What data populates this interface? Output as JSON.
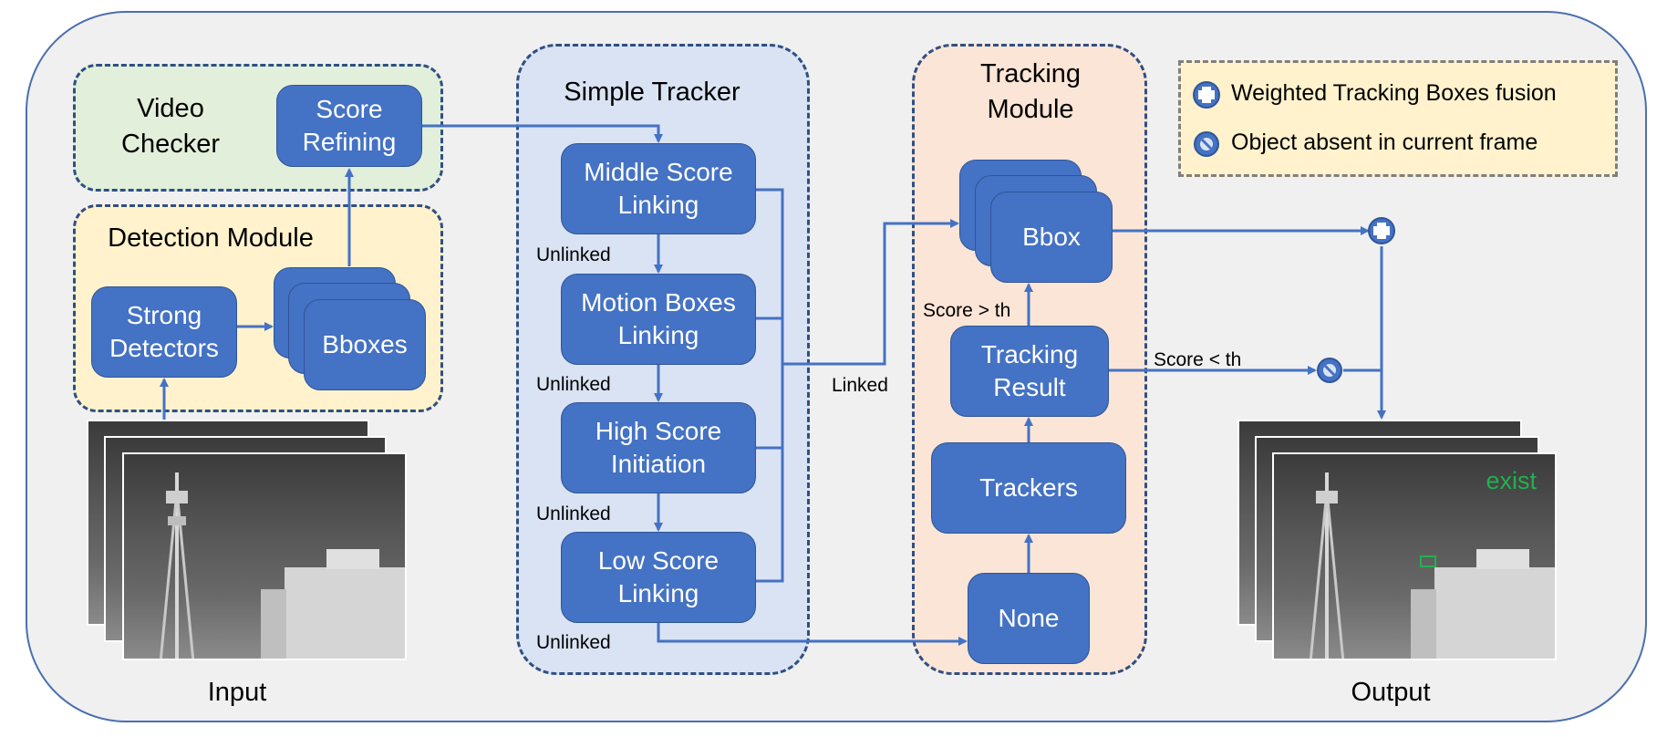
{
  "video_checker": {
    "title": "Video\nChecker",
    "score_refining": "Score\nRefining"
  },
  "detection_module": {
    "title": "Detection Module",
    "strong_detectors": "Strong\nDetectors",
    "bboxes": "Bboxes"
  },
  "simple_tracker": {
    "title": "Simple Tracker",
    "steps": [
      "Middle Score\nLinking",
      "Motion Boxes\nLinking",
      "High Score\nInitiation",
      "Low Score\nLinking"
    ],
    "unlinked": "Unlinked",
    "linked": "Linked"
  },
  "tracking_module": {
    "title": "Tracking\nModule",
    "bbox": "Bbox",
    "tracking_result": "Tracking\nResult",
    "trackers": "Trackers",
    "none": "None",
    "score_gt": "Score > th",
    "score_lt": "Score < th"
  },
  "legend": {
    "fusion": "Weighted Tracking Boxes fusion",
    "absent": "Object absent in current frame"
  },
  "input_label": "Input",
  "output_label": "Output",
  "output_status": "exist",
  "colors": {
    "box_fill": "#4472c4",
    "arrow": "#4472c4",
    "detect_status": "#22b14c"
  }
}
